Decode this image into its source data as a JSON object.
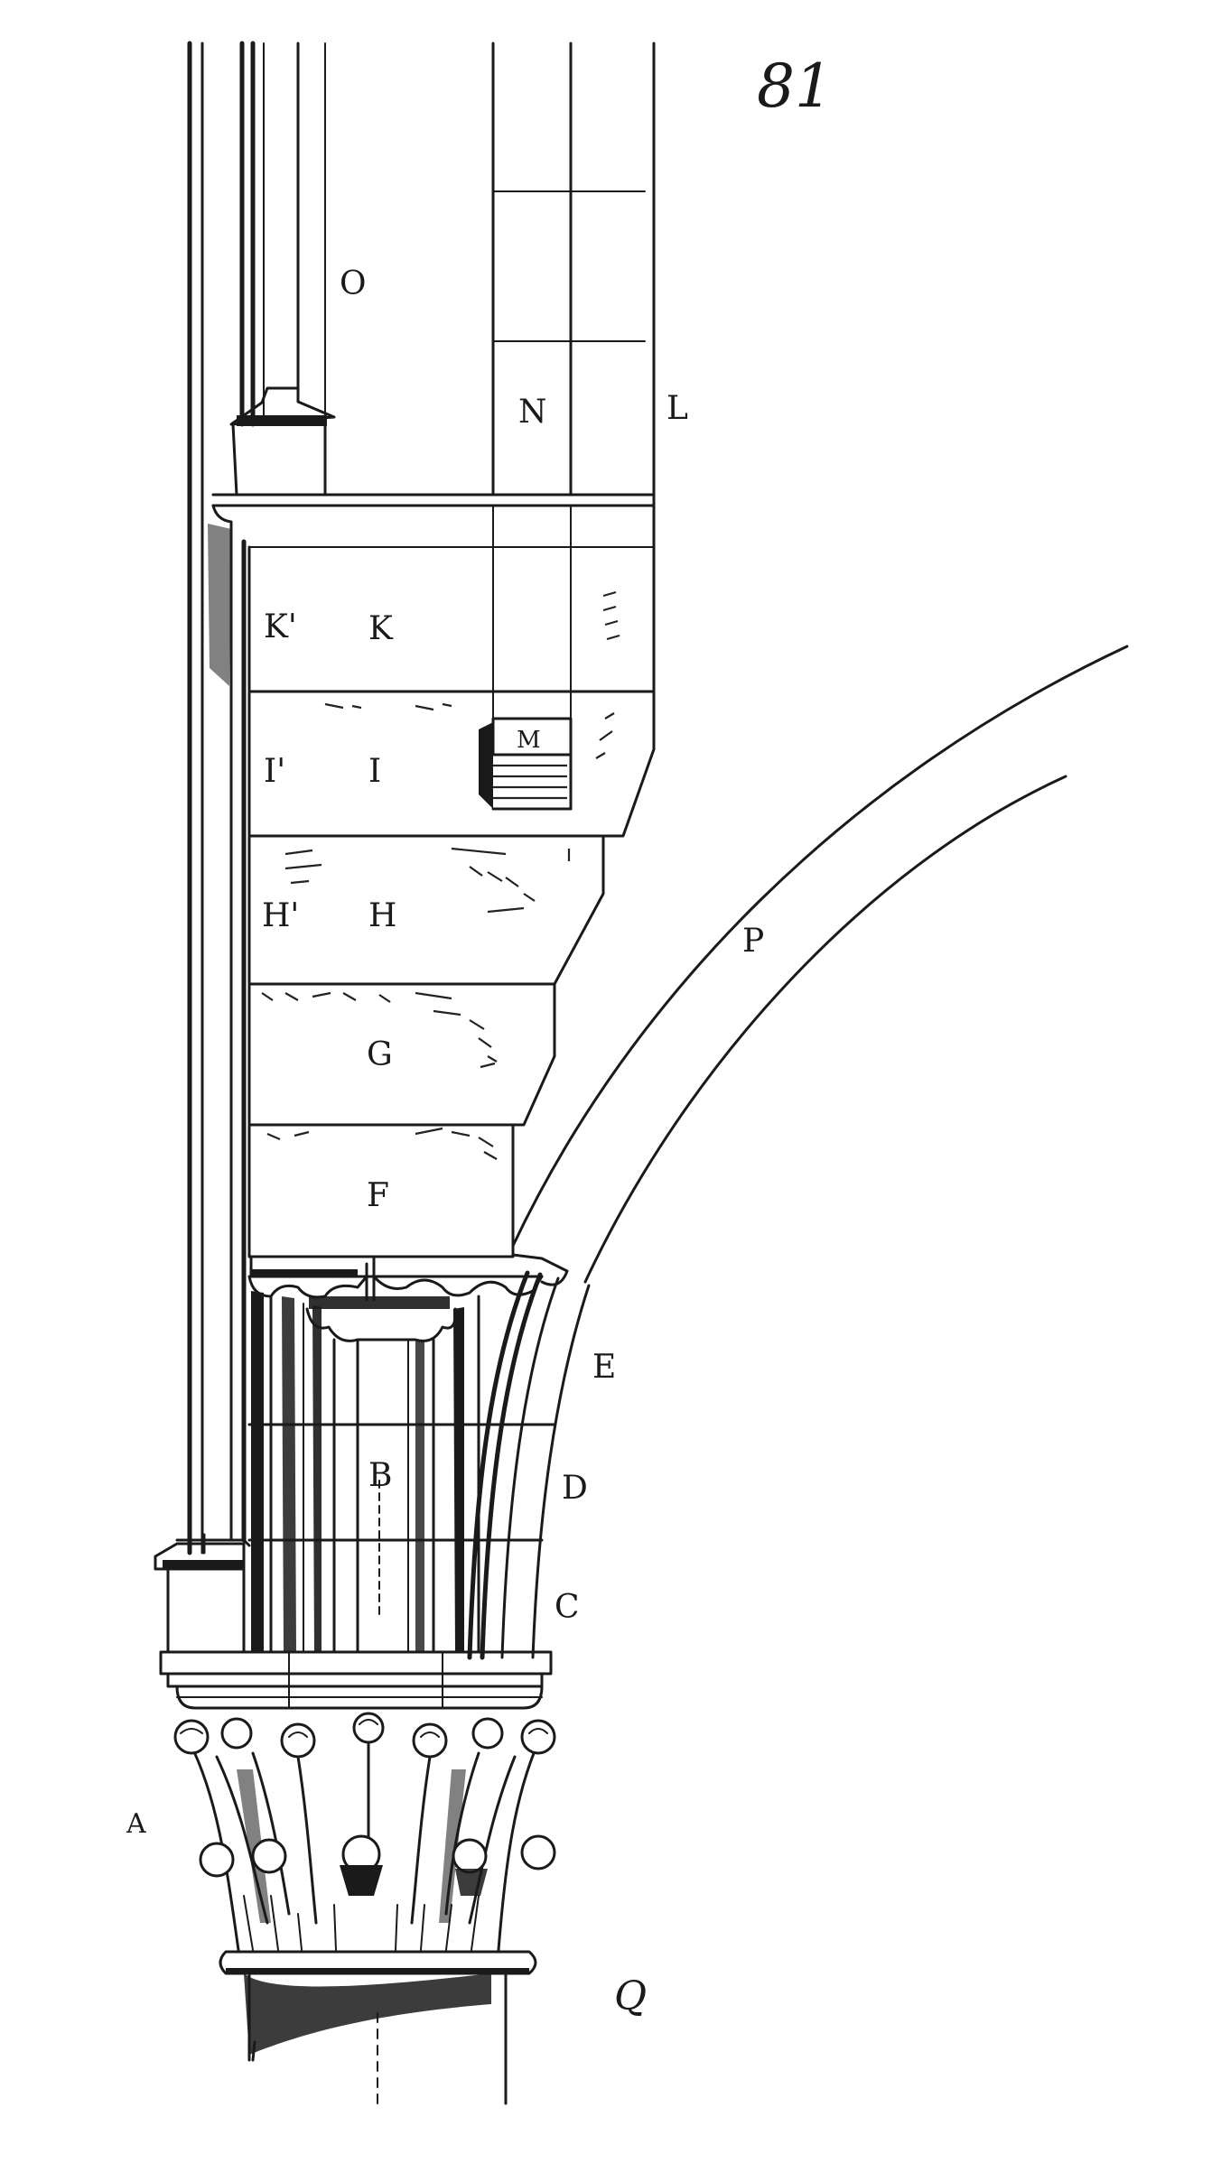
{
  "page_number": "81",
  "labels": {
    "O": "O",
    "N": "N",
    "L": "L",
    "K1": "K'",
    "K": "K",
    "M": "M",
    "I1": "I'",
    "I": "I",
    "H1": "H'",
    "H": "H",
    "G": "G",
    "F": "F",
    "P": "P",
    "E": "E",
    "B": "B",
    "D": "D",
    "C": "C",
    "A": "A",
    "Q": "Q"
  }
}
